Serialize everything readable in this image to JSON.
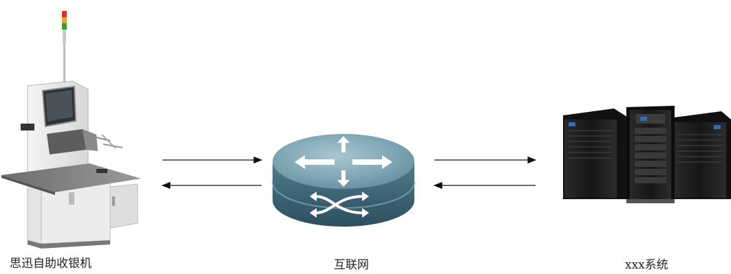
{
  "nodes": [
    {
      "id": "kiosk",
      "label": "思迅自助收银机"
    },
    {
      "id": "router",
      "label": "互联网"
    },
    {
      "id": "servers",
      "label": "xxx系统"
    }
  ],
  "edges": [
    {
      "from": "kiosk",
      "to": "router"
    },
    {
      "from": "router",
      "to": "kiosk"
    },
    {
      "from": "router",
      "to": "servers"
    },
    {
      "from": "servers",
      "to": "router"
    }
  ]
}
